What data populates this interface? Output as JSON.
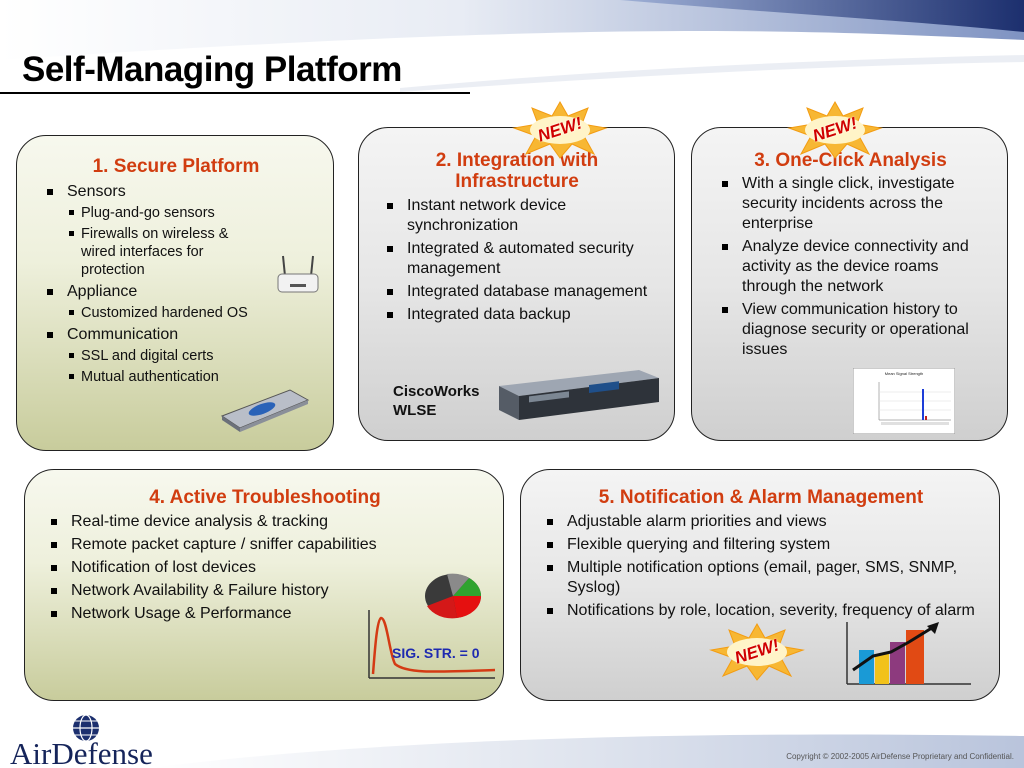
{
  "slide": {
    "title": "Self-Managing Platform"
  },
  "panels": {
    "p1": {
      "title": "1. Secure Platform",
      "items": [
        {
          "label": "Sensors",
          "sub": [
            "Plug-and-go sensors",
            "Firewalls on wireless & wired interfaces for protection"
          ]
        },
        {
          "label": "Appliance",
          "sub": [
            "Customized hardened OS"
          ]
        },
        {
          "label": "Communication",
          "sub": [
            "SSL and digital certs",
            "Mutual authentication"
          ]
        }
      ]
    },
    "p2": {
      "title_line1": "2. Integration with",
      "title_line2": "Infrastructure",
      "items": [
        "Instant network device synchronization",
        "Integrated & automated security management",
        "Integrated database management",
        "Integrated data backup"
      ],
      "device_label_line1": "CiscoWorks",
      "device_label_line2": "WLSE"
    },
    "p3": {
      "title": "3. One-Click Analysis",
      "items": [
        "With a single click, investigate security incidents across the enterprise",
        "Analyze device connectivity and activity as the device roams through the network",
        "View communication history to diagnose security or operational issues"
      ],
      "thumb_chart_title": "Mean Signal Strength"
    },
    "p4": {
      "title": "4. Active Troubleshooting",
      "items": [
        "Real-time device analysis & tracking",
        "Remote packet capture / sniffer capabilities",
        "Notification of lost devices",
        "Network Availability & Failure history",
        "Network Usage & Performance"
      ],
      "sig_label": "SIG. STR. = 0"
    },
    "p5": {
      "title": "5. Notification & Alarm Management",
      "items": [
        "Adjustable alarm priorities and views",
        "Flexible querying and filtering system",
        "Multiple notification options (email, pager, SMS, SNMP, Syslog)",
        "Notifications by role, location, severity, frequency of alarm"
      ]
    }
  },
  "badges": {
    "new_label": "NEW!"
  },
  "footer": {
    "logo_text": "AirDefense",
    "copyright": "Copyright © 2002-2005 AirDefense Proprietary and Confidential."
  },
  "colors": {
    "title_orange": "#d13d10",
    "sig_blue": "#1e2ab0",
    "navy": "#1c2f6e"
  }
}
